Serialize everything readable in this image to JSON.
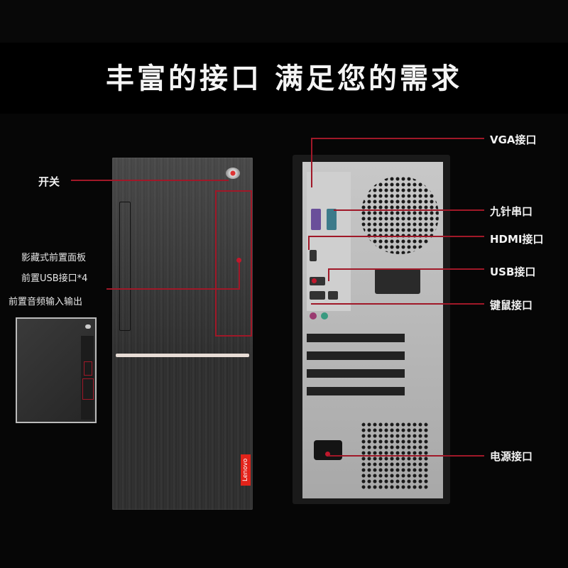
{
  "title": "丰富的接口 满足您的需求",
  "front": {
    "labels": {
      "power": "开关",
      "panel": "影藏式前置面板",
      "usb": "前置USB接口*4",
      "audio": "前置音频输入输出"
    },
    "brand_logo": "Lenovo"
  },
  "rear": {
    "labels": {
      "vga": "VGA接口",
      "serial": "九针串口",
      "hdmi": "HDMI接口",
      "usb": "USB接口",
      "ps2": "键鼠接口",
      "power": "电源接口"
    }
  },
  "colors": {
    "background": "#080808",
    "callout_line": "#a01828",
    "text": "#f2f2f2",
    "brand_red": "#e2231a"
  }
}
